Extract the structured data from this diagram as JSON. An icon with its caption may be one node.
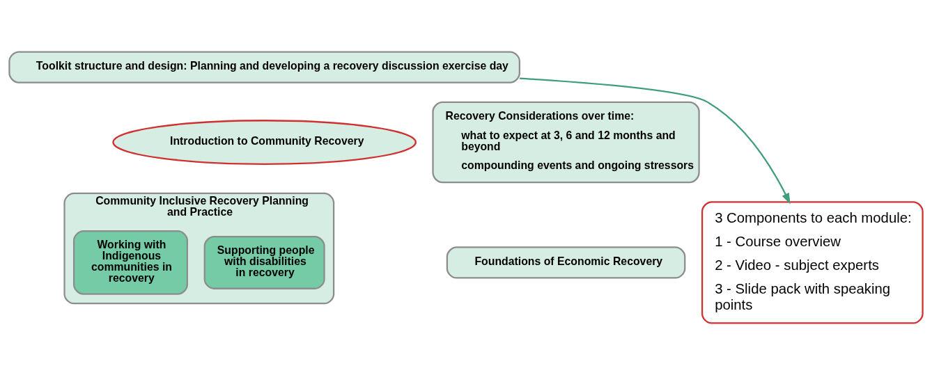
{
  "diagram": {
    "nodes": [
      {
        "text": [
          "Toolkit structure and design: Planning and developing a recovery discussion exercise day"
        ]
      },
      {
        "text": [
          "Introduction to Community Recovery"
        ]
      },
      {
        "text": [
          "Community Inclusive Recovery Planning and Practice"
        ]
      },
      {
        "text": [
          "Supporting people with disabilities in recovery"
        ],
        "in": 2
      },
      {
        "text": [
          "Working with Indigenous communities in recovery"
        ],
        "in": 2
      },
      {
        "text": [
          "Recovery Considerations over time:",
          "what to expect at 3, 6 and 12 months and beyond",
          "compounding events and ongoing stressors"
        ]
      },
      {
        "text": [
          "Foundations of Economic Recovery"
        ]
      },
      {
        "text": [
          "3 Components to each module:",
          "1 - Course overview",
          "2 - Video - subject experts",
          "3 - Slide pack with speaking points"
        ]
      }
    ],
    "edges": [
      {
        "from": 0,
        "to": 7,
        "arrow": "to"
      }
    ]
  }
}
